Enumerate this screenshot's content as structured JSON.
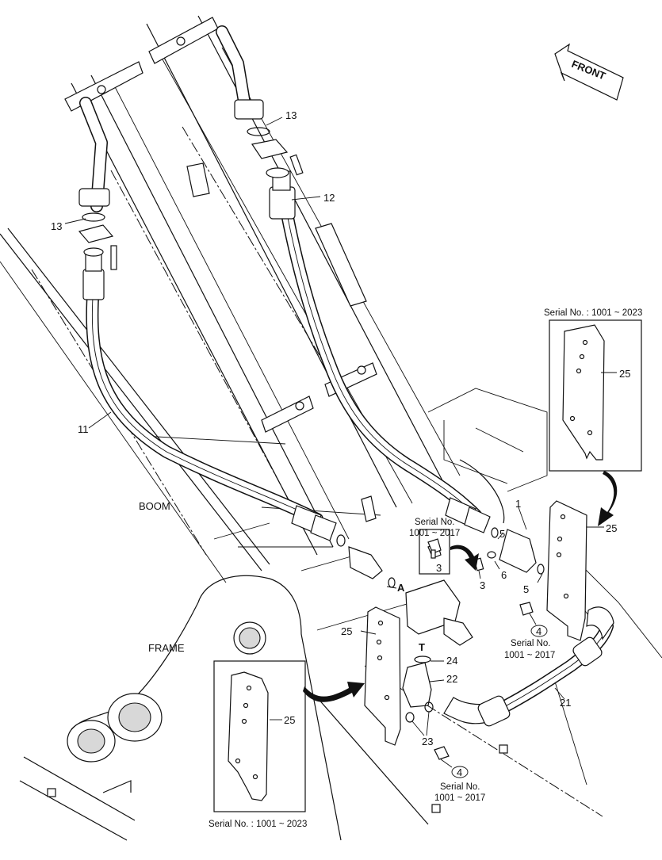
{
  "labels": {
    "front": "FRONT",
    "boom": "BOOM",
    "frame": "FRAME",
    "detail_a": "A",
    "port_t": "T",
    "serial_top": "Serial No. : 1001 ~ 2023",
    "serial_bottom": "Serial No. : 1001 ~ 2023",
    "serial_mid_line1": "Serial No.",
    "serial_mid_line2": "1001 ~ 2017",
    "serial_right_line1": "Serial No.",
    "serial_right_line2": "1001 ~ 2017",
    "serial_low_line1": "Serial No.",
    "serial_low_line2": "1001 ~ 2017"
  },
  "callouts": {
    "c13_upper": "13",
    "c13_left": "13",
    "c12": "12",
    "c11": "11",
    "c25_top": "25",
    "c25_right": "25",
    "c25_mid": "25",
    "c25_bottom": "25",
    "c1": "1",
    "c5_upper": "5",
    "c5_lower": "5",
    "c6": "6",
    "c3_box": "3",
    "c3": "3",
    "c4_right": "4",
    "c4_low": "4",
    "c24": "24",
    "c22": "22",
    "c23": "23",
    "c21": "21"
  },
  "colors": {
    "line": "#111111",
    "background": "#ffffff",
    "shade": "#d8d8d8"
  }
}
